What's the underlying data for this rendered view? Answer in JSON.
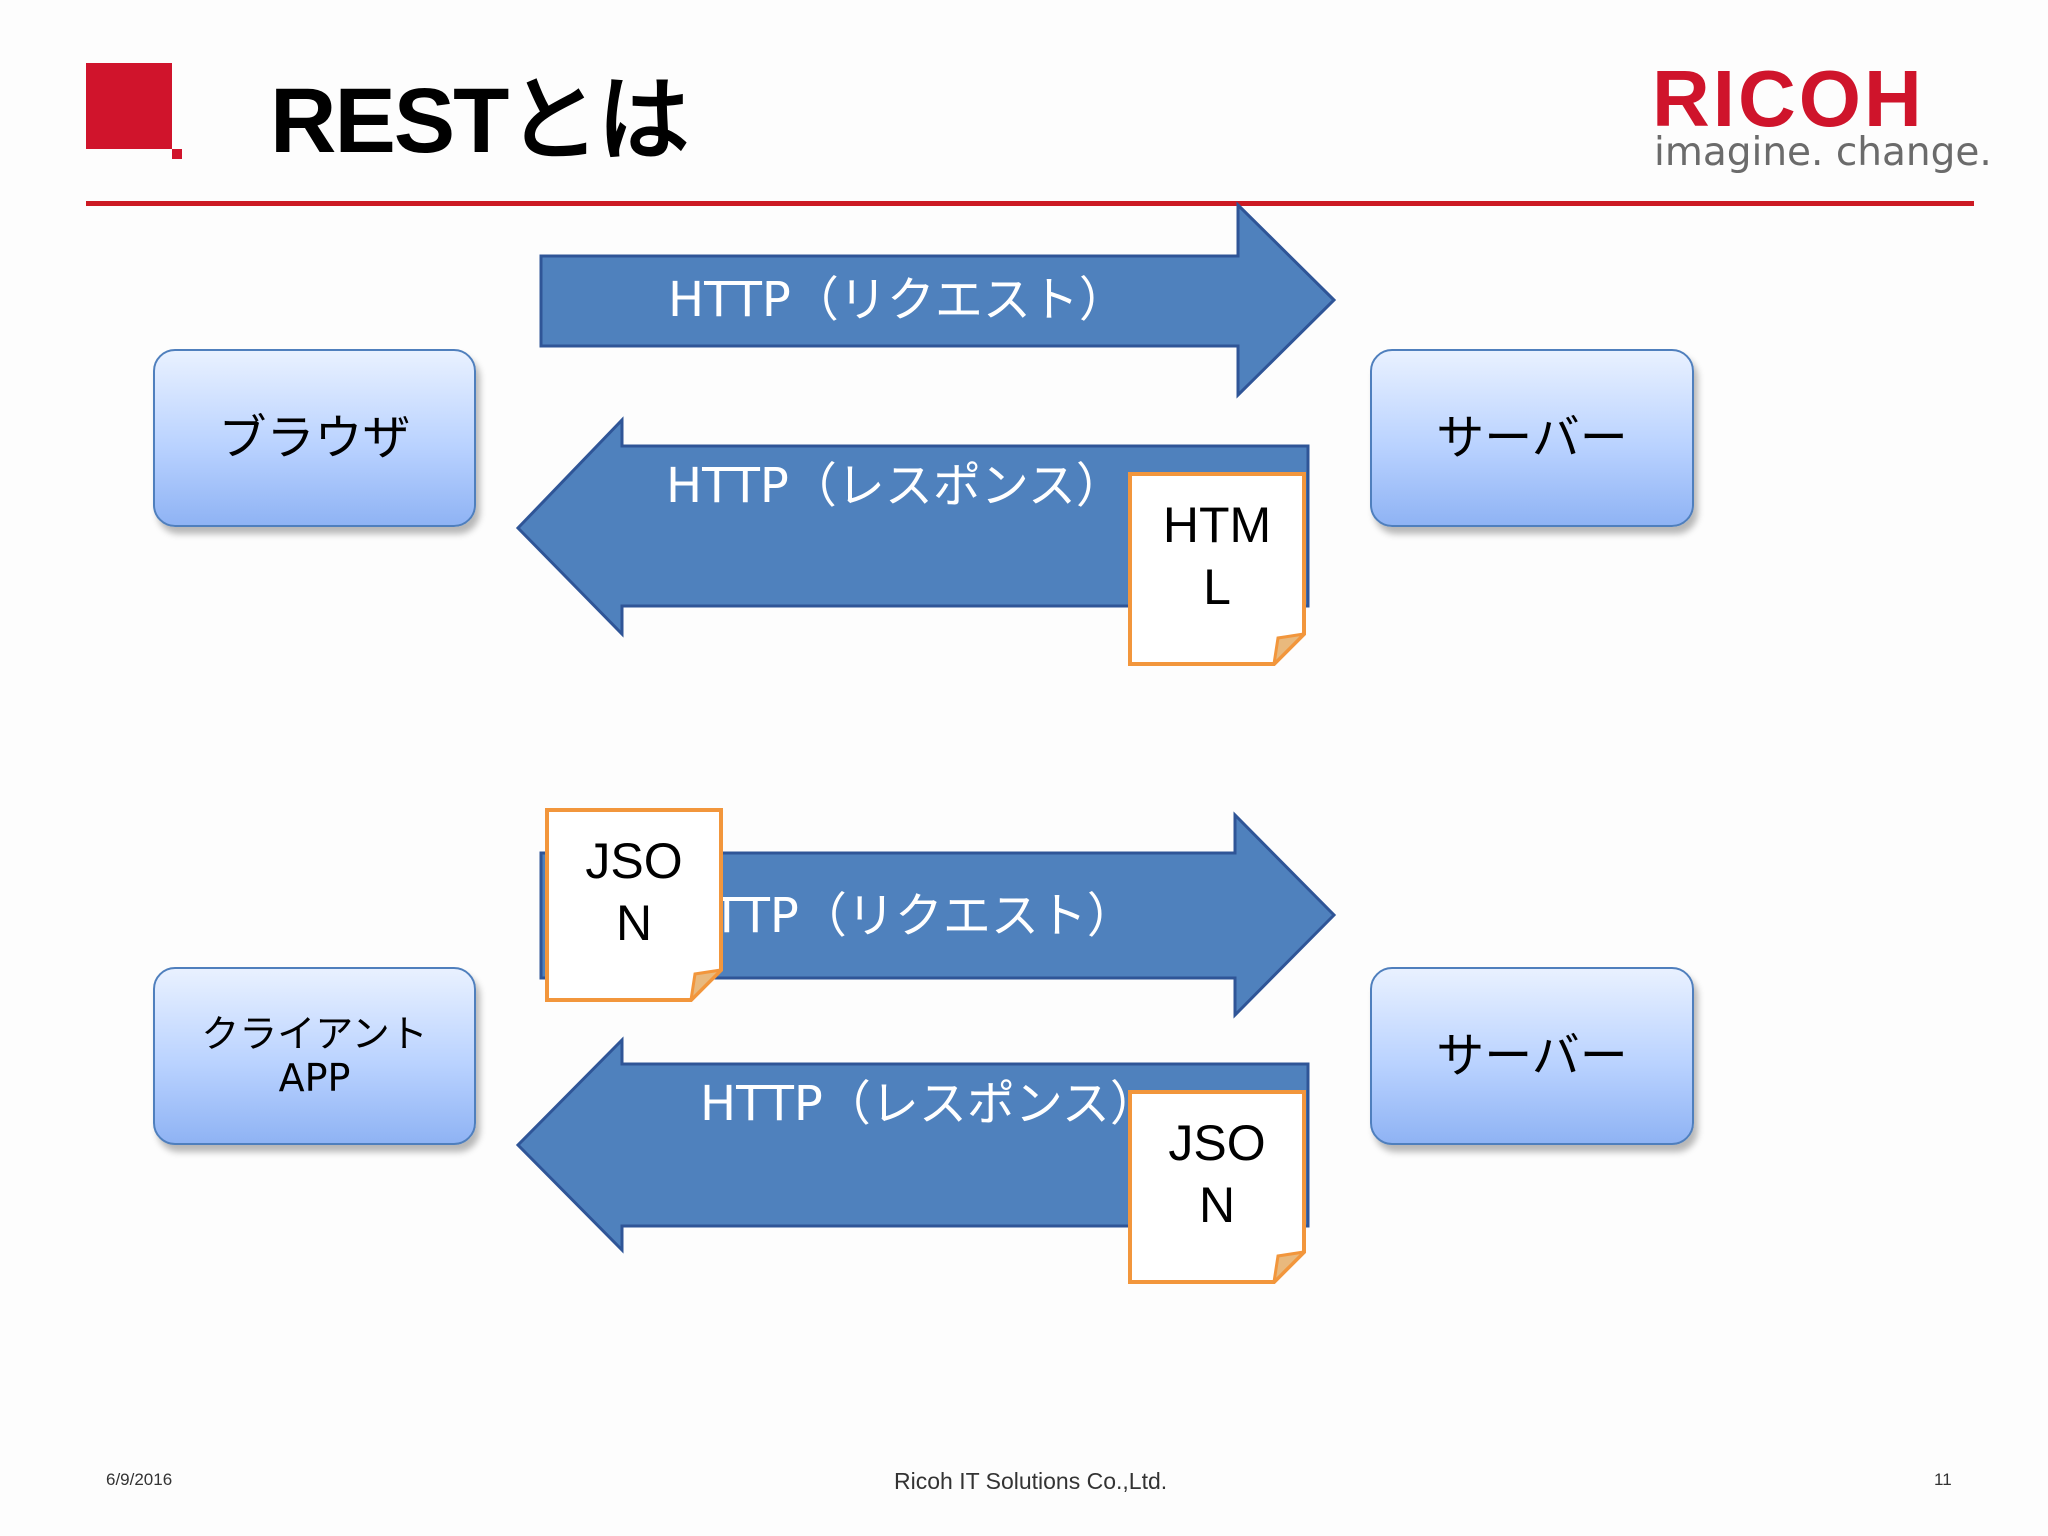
{
  "slide": {
    "title": "RESTとは",
    "logo": {
      "name": "RICOH",
      "tagline": "imagine. change."
    },
    "footer": {
      "date": "6/9/2016",
      "company": "Ricoh IT Solutions Co.,Ltd.",
      "page_number": "11"
    }
  },
  "diagram": {
    "top_exchange": {
      "client": "ブラウザ",
      "server": "サーバー",
      "request_label": "HTTP（リクエスト）",
      "response_label": "HTTP（レスポンス）",
      "response_document": [
        "HTM",
        "L"
      ]
    },
    "bottom_exchange": {
      "client": [
        "クライアント",
        "APP"
      ],
      "server": "サーバー",
      "request_label": "HTTP（リクエスト）",
      "response_label": "HTTP（レスポンス）",
      "request_document": [
        "JSO",
        "N"
      ],
      "response_document": [
        "JSO",
        "N"
      ]
    }
  },
  "colors": {
    "accent_red": "#cf142b",
    "arrow_fill": "#4f81bd",
    "arrow_stroke": "#2f5597",
    "document_border": "#f2963c",
    "node_border": "#4f7fbd"
  }
}
